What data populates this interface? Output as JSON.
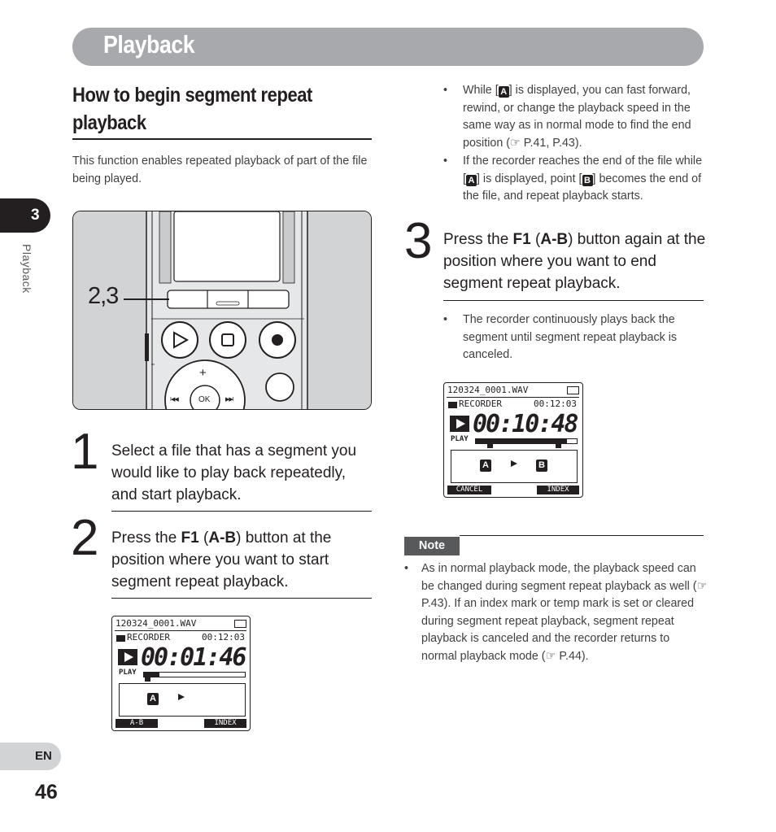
{
  "header": {
    "title": "Playback"
  },
  "chapter": {
    "number": "3",
    "label": "Playback"
  },
  "section": {
    "heading_line1": "How to begin segment repeat",
    "heading_line2": "playback",
    "intro": "This function enables repeated playback of part of the file being played."
  },
  "illustration": {
    "callout": "2,3",
    "plus_symbol": "+",
    "ok_label": "OK",
    "prev_symbol": "I◀◀",
    "next_symbol": "▶▶I"
  },
  "steps": [
    {
      "number": "1",
      "text": "Select a file that has a segment you would like to play back repeatedly, and start playback."
    },
    {
      "number": "2",
      "text_before": "Press the ",
      "key": "F1",
      "paren_open": " (",
      "key_label": "A-B",
      "text_after": ") button at the position where you want to start segment repeat playback."
    },
    {
      "number": "3",
      "text_before": "Press the ",
      "key": "F1",
      "paren_open": " (",
      "key_label": "A-B",
      "text_after": ") button again at the position where you want to end segment repeat playback."
    }
  ],
  "bullets_top": [
    {
      "before": "While [",
      "icon": "A",
      "after": "] is displayed, you can fast forward, rewind, or change the playback speed in the same way as in normal mode to find the end position (☞ P.41, P.43)."
    },
    {
      "before": "If the recorder reaches the end of the file while [",
      "icon": "A",
      "middle": "] is displayed, point [",
      "icon2": "B",
      "after": "] becomes the end of the file, and repeat playback starts."
    }
  ],
  "bullets_step3": [
    {
      "text": "The recorder continuously plays back the segment until segment repeat playback is canceled."
    }
  ],
  "screen1": {
    "filename": "120324_0001.WAV",
    "folder": "RECORDER",
    "total_time": "00:12:03",
    "elapsed": "00:01:46",
    "mode": "PLAY",
    "mark_a": "A",
    "softkey_left": "A-B",
    "softkey_right": "INDEX",
    "progress": 0.15
  },
  "screen2": {
    "filename": "120324_0001.WAV",
    "folder": "RECORDER",
    "total_time": "00:12:03",
    "elapsed": "00:10:48",
    "mode": "PLAY",
    "mark_a": "A",
    "mark_b": "B",
    "softkey_left": "CANCEL",
    "softkey_right": "INDEX",
    "progress": 0.9
  },
  "note": {
    "label": "Note",
    "text": "As in normal playback mode, the playback speed can be changed during segment repeat playback as well (☞ P.43). If an index mark or temp mark is set or cleared during segment repeat playback, segment repeat playback is canceled and the recorder returns to normal playback mode (☞ P.44)."
  },
  "footer": {
    "lang": "EN",
    "page": "46"
  },
  "colors": {
    "header_bar": "#a7a9ac",
    "dark": "#231f20",
    "note_tag": "#58595b"
  }
}
